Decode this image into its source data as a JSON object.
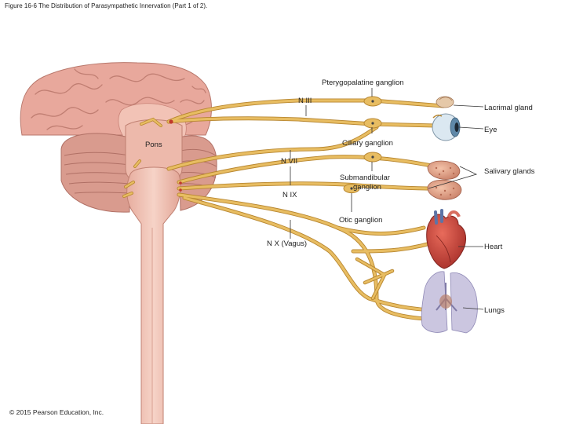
{
  "figure": {
    "title": "Figure 16-6 The Distribution of Parasympathetic Innervation (Part 1 of 2).",
    "copyright": "© 2015 Pearson Education, Inc."
  },
  "labels": {
    "pterygopalatine_ganglion": "Pterygopalatine ganglion",
    "n_iii": "N III",
    "lacrimal_gland": "Lacrimal gland",
    "eye": "Eye",
    "pons": "Pons",
    "ciliary_ganglion": "Ciliary ganglion",
    "n_vii": "N VII",
    "submandibular_line1": "Submandibular",
    "submandibular_line2": "ganglion",
    "salivary_glands": "Salivary glands",
    "n_ix": "N IX",
    "otic_ganglion": "Otic ganglion",
    "n_x": "N X (Vagus)",
    "heart": "Heart",
    "lungs": "Lungs"
  },
  "colors": {
    "nerve": "#e3b65a",
    "nerve_edge": "#b88730",
    "brain": "#e8a89c",
    "brain_dark": "#c98377",
    "brainstem": "#f1c2b4",
    "cerebellum": "#d99b8e",
    "gland": "#e2a38a",
    "heart": "#c9463c",
    "lung": "#c7c3de",
    "eye": "#cfe0ec"
  }
}
